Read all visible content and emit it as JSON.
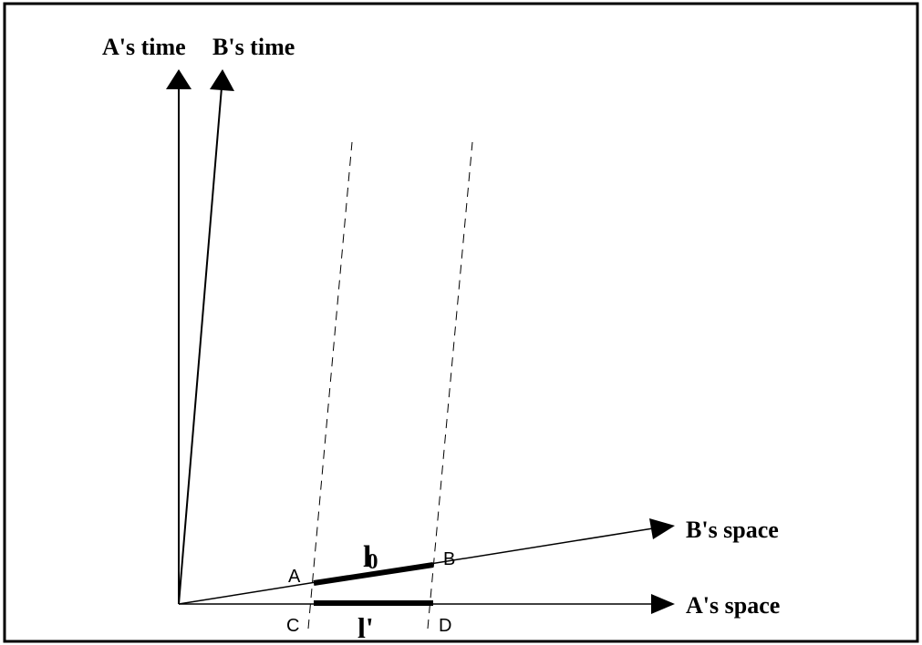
{
  "diagram": {
    "axis_labels": {
      "a_time": "A's time",
      "b_time": "B's time",
      "b_space": "B's space",
      "a_space": "A's space"
    },
    "point_labels": {
      "A": "A",
      "B": "B",
      "C": "C",
      "D": "D"
    },
    "segment_labels": {
      "proper_length_base": "l",
      "proper_length_subscript": "0",
      "contracted_length": "l'"
    },
    "colors": {
      "line": "#000000",
      "background": "#ffffff"
    }
  }
}
